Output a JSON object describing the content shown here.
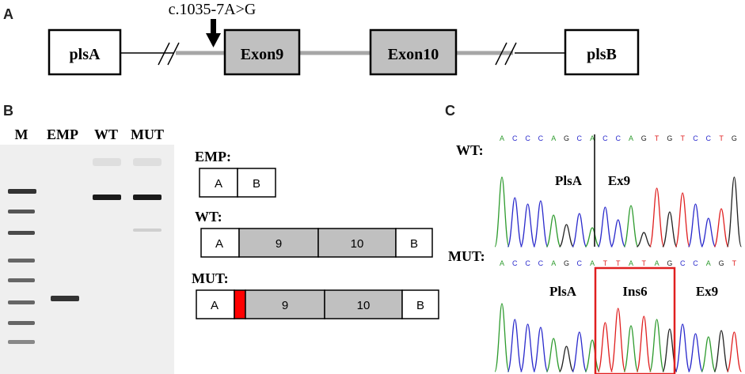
{
  "panelA": {
    "label": "A",
    "mutation": "c.1035-7A>G",
    "boxes": {
      "plsA": "plsA",
      "exon9": "Exon9",
      "exon10": "Exon10",
      "plsB": "plsB"
    }
  },
  "panelB": {
    "label": "B",
    "lanes": {
      "m": "M",
      "emp": "EMP",
      "wt": "WT",
      "mut": "MUT"
    },
    "constructs": {
      "emp": {
        "label": "EMP:",
        "a": "A",
        "b": "B"
      },
      "wt": {
        "label": "WT:",
        "a": "A",
        "ex9": "9",
        "ex10": "10",
        "b": "B"
      },
      "mut": {
        "label": "MUT:",
        "a": "A",
        "ex9": "9",
        "ex10": "10",
        "b": "B"
      }
    },
    "colors": {
      "exon_fill": "#c0c0c0",
      "insert": "#ff0000"
    }
  },
  "panelC": {
    "label": "C",
    "wt": {
      "label": "WT:",
      "sequence": [
        "A",
        "C",
        "C",
        "C",
        "A",
        "G",
        "C",
        "A",
        "C",
        "C",
        "A",
        "G",
        "T",
        "G",
        "T",
        "C",
        "C",
        "T",
        "G"
      ],
      "region_left": "PlsA",
      "region_right": "Ex9"
    },
    "mut": {
      "label": "MUT:",
      "sequence": [
        "A",
        "C",
        "C",
        "C",
        "A",
        "G",
        "C",
        "A",
        "T",
        "T",
        "A",
        "T",
        "A",
        "G",
        "C",
        "C",
        "A",
        "G",
        "T"
      ],
      "region_left": "PlsA",
      "region_mid": "Ins6",
      "region_right": "Ex9"
    },
    "base_colors": {
      "A": "#2e9b2e",
      "C": "#2a2acc",
      "G": "#222222",
      "T": "#e02020"
    },
    "highlight_color": "#e02020"
  }
}
